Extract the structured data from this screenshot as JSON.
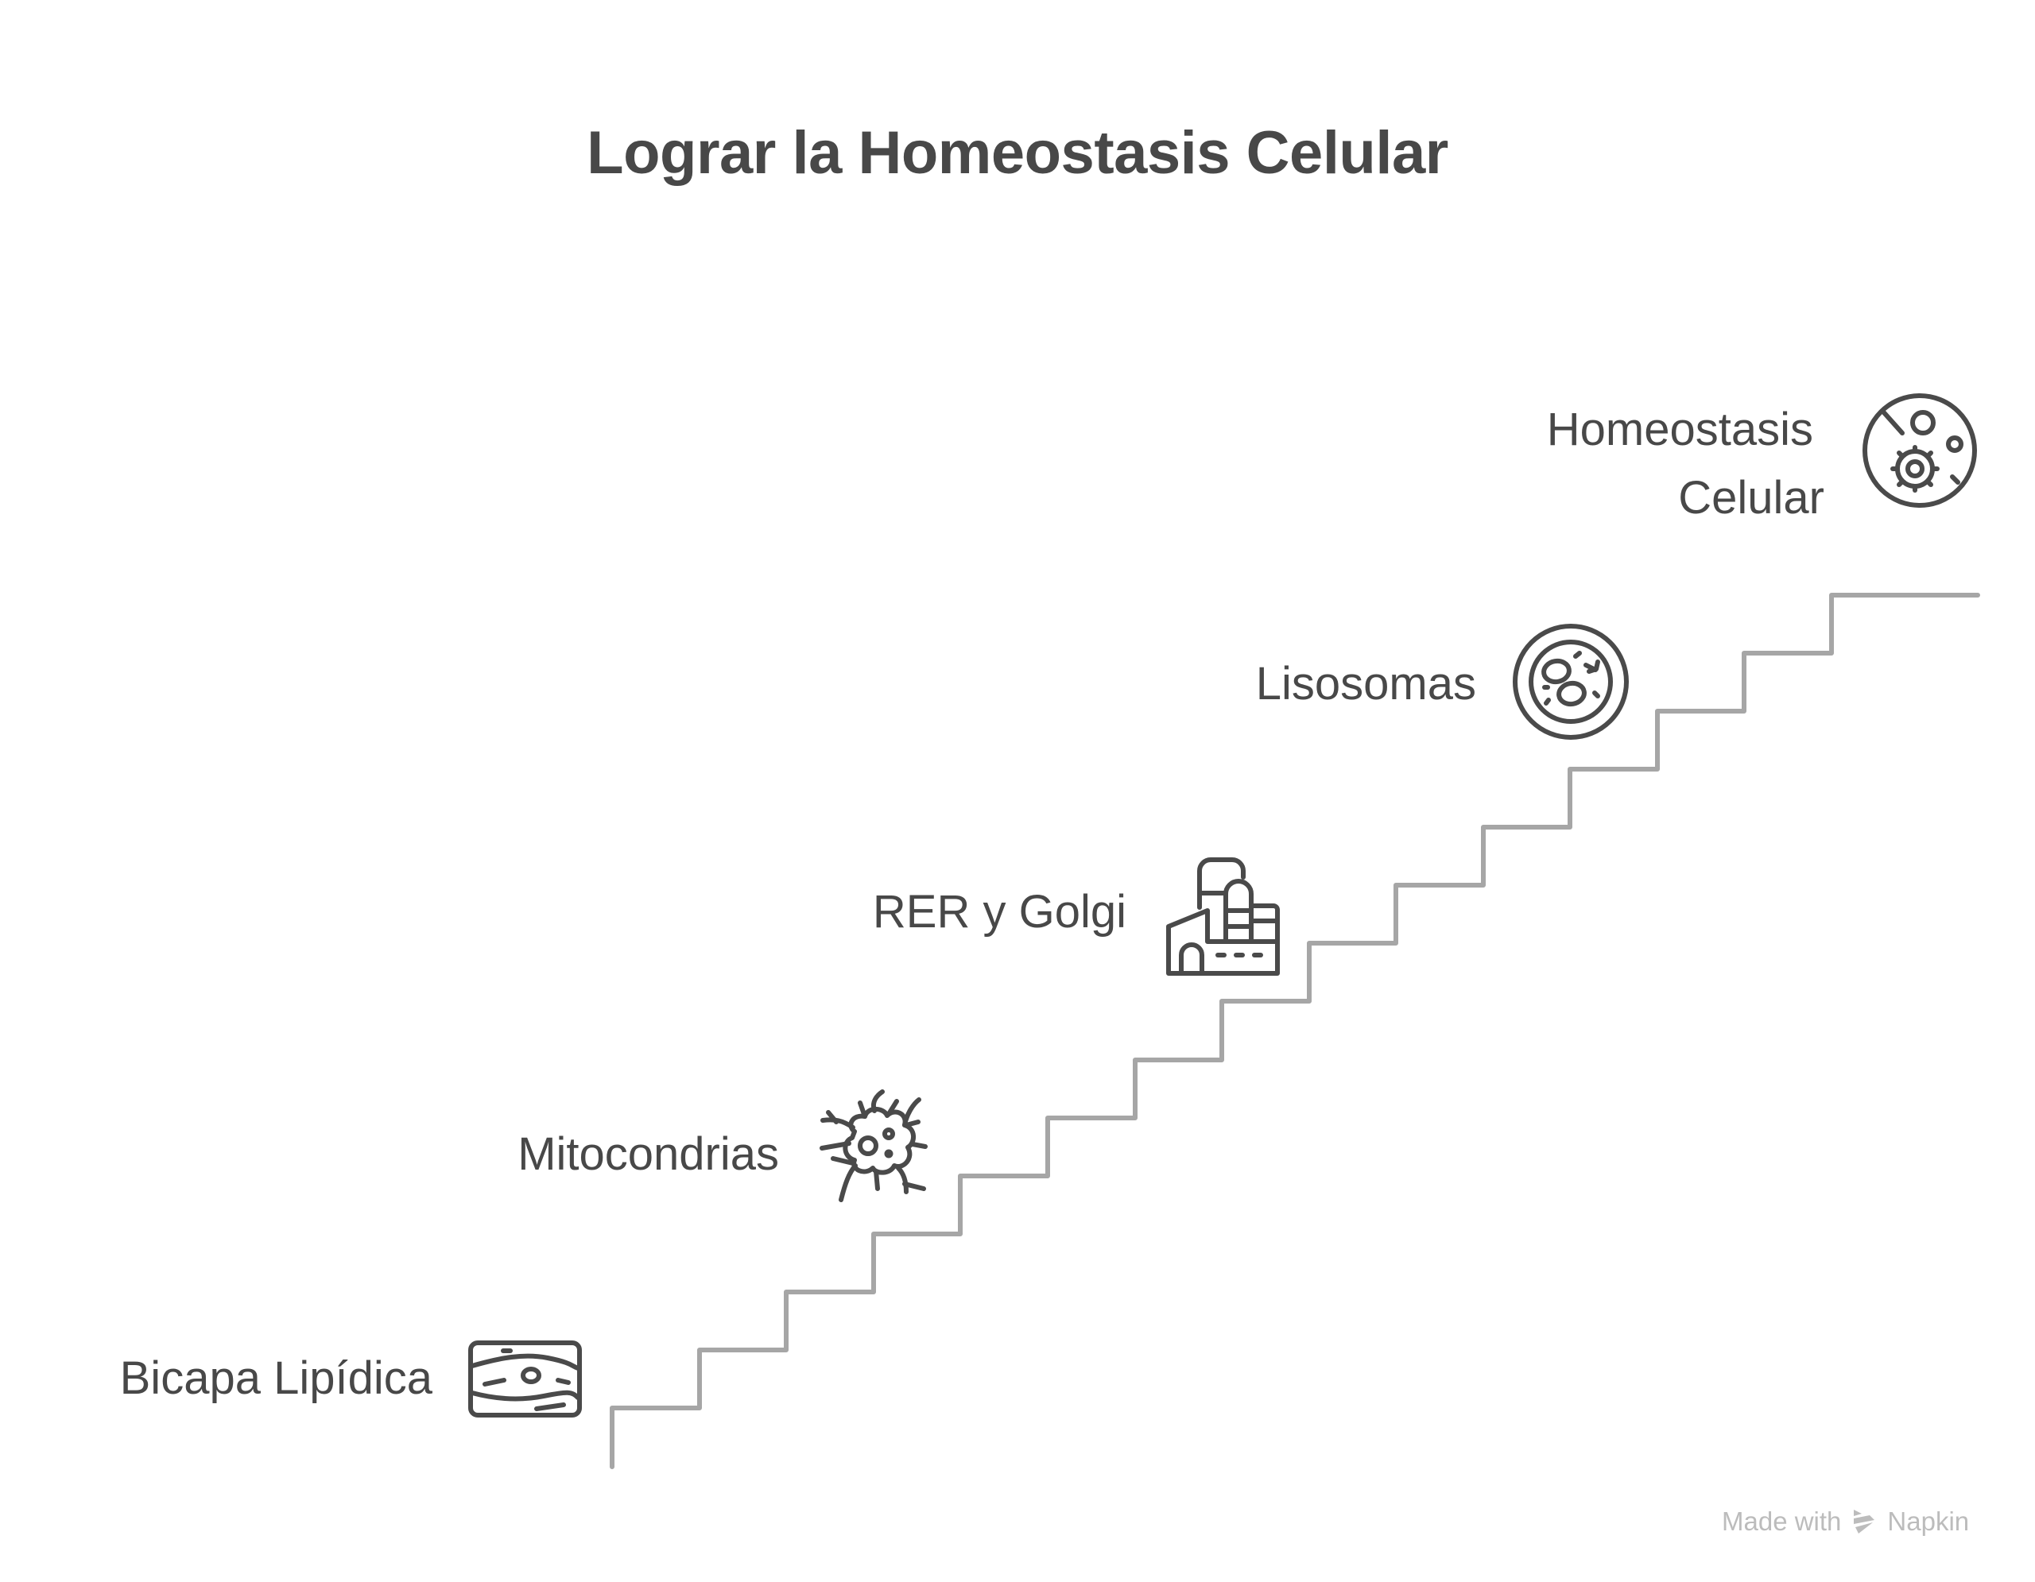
{
  "title": "Lograr la Homeostasis Celular",
  "colors": {
    "text": "#484848",
    "icon_stroke": "#4a4a4a",
    "stairs": "#a6a6a6",
    "footer": "#bcbcbc",
    "background": "#ffffff"
  },
  "steps": [
    {
      "order": 1,
      "label": "Bicapa Lipídica",
      "icon": "lipid-bilayer-icon"
    },
    {
      "order": 2,
      "label": "Mitocondrias",
      "icon": "mitochondria-cell-icon"
    },
    {
      "order": 3,
      "label": "RER y Golgi",
      "icon": "factory-icon"
    },
    {
      "order": 4,
      "label": "Lisosomas",
      "icon": "petri-dish-cells-icon"
    },
    {
      "order": 5,
      "label_line1": "Homeostasis",
      "label_line2": "Celular",
      "icon": "cell-balance-icon"
    }
  ],
  "staircase": {
    "step_count": 15,
    "direction": "ascending-left-to-right"
  },
  "footer": {
    "made_with": "Made with",
    "brand": "Napkin",
    "brand_icon": "napkin-logo-icon"
  }
}
